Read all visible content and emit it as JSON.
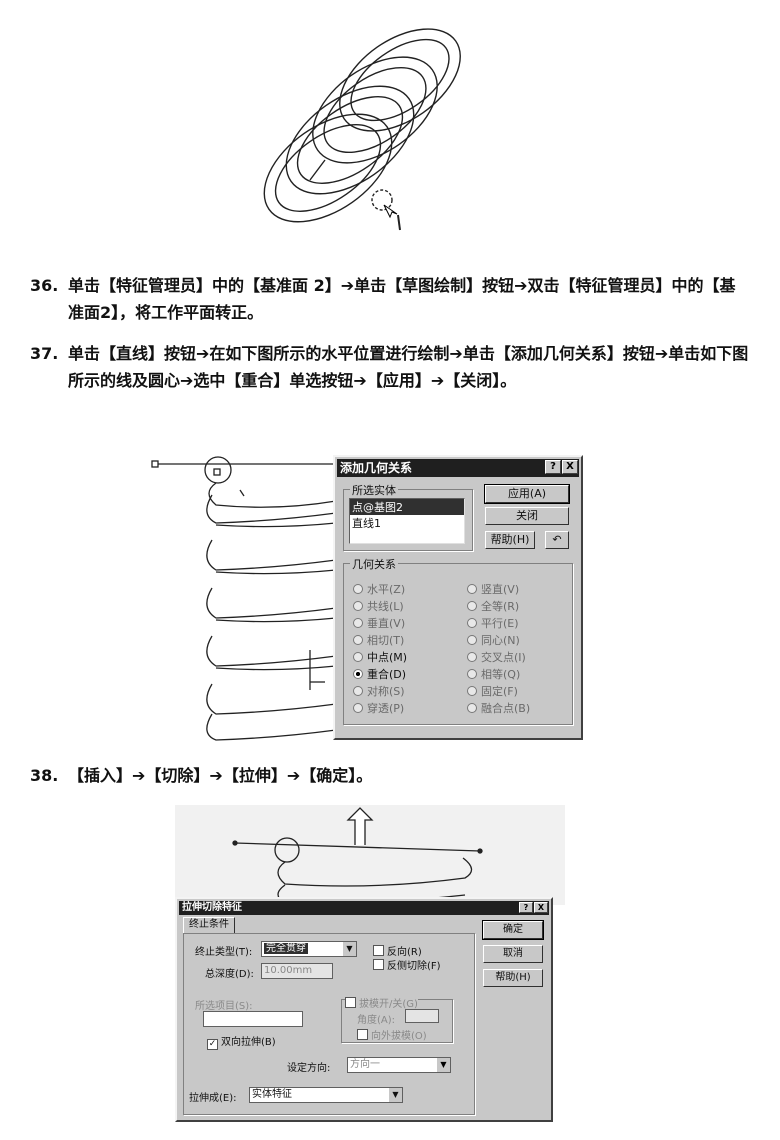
{
  "steps": [
    {
      "num": "36.",
      "text": "单击【特征管理员】中的【基准面 2】➔单击【草图绘制】按钮➔双击【特征管理员】中的【基准面2】，将工作平面转正。"
    },
    {
      "num": "37.",
      "text": "单击【直线】按钮➔在如下图所示的水平位置进行绘制➔单击【添加几何关系】按钮➔单击如下图所示的线及圆心➔选中【重合】单选按钮➔【应用】➔【关闭】。"
    },
    {
      "num": "38.",
      "text": "【插入】➔【切除】➔【拉伸】➔【确定】。"
    }
  ],
  "relations_dialog": {
    "title": "添加几何关系",
    "help_btn": "?",
    "close_btn": "X",
    "group_entities": "所选实体",
    "entities": [
      "点@基图2",
      "直线1"
    ],
    "apply": "应用(A)",
    "close": "关闭",
    "help": "帮助(H)",
    "undo_icon": "↶",
    "group_relations": "几何关系",
    "relations_left": [
      "水平(Z)",
      "共线(L)",
      "垂直(V)",
      "相切(T)",
      "中点(M)",
      "重合(D)",
      "对称(S)",
      "穿透(P)"
    ],
    "relations_right": [
      "竖直(V)",
      "全等(R)",
      "平行(E)",
      "同心(N)",
      "交叉点(I)",
      "相等(Q)",
      "固定(F)",
      "融合点(B)"
    ],
    "enabled": [
      "中点(M)",
      "重合(D)"
    ],
    "selected": "重合(D)"
  },
  "cut_dialog": {
    "title": "拉伸切除特征",
    "help_btn": "?",
    "close_btn": "X",
    "tab": "终止条件",
    "end_type_label": "终止类型(T):",
    "end_type_value": "完全贯穿",
    "depth_label": "总深度(D):",
    "depth_value": "10.00mm",
    "reverse_label": "反向(R)",
    "flip_side_label": "反侧切除(F)",
    "selected_items_label": "所选项目(S):",
    "draft_label": "拔模开/关(G)",
    "angle_label": "角度(A):",
    "outward_label": "向外拔模(O)",
    "bidirectional_label": "双向拉伸(B)",
    "direction_label": "设定方向:",
    "direction_value": "方向一",
    "extrude_as_label": "拉伸成(E):",
    "extrude_as_value": "实体特征",
    "ok": "确定",
    "cancel": "取消",
    "help": "帮助(H)"
  }
}
